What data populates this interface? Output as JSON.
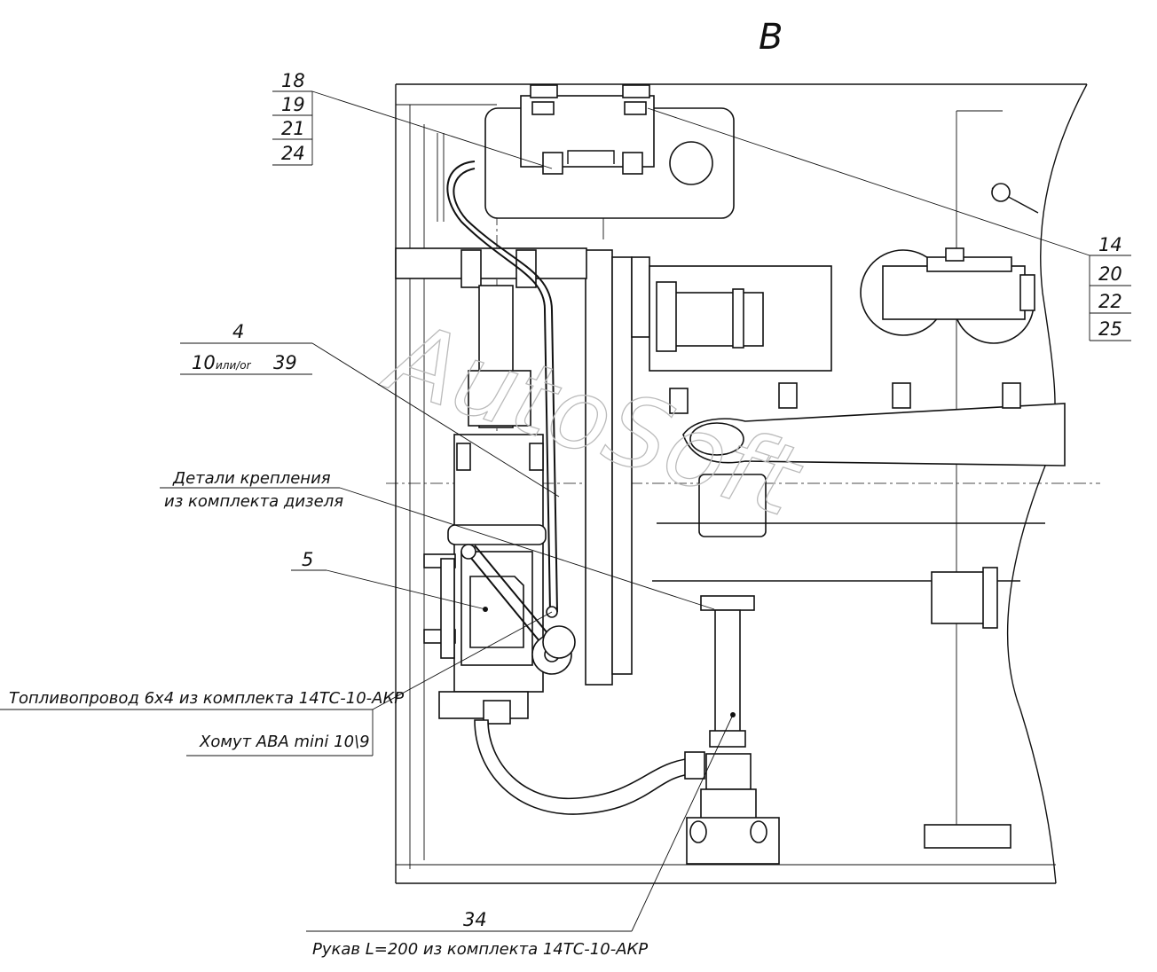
{
  "view_label": "В",
  "callouts": {
    "top_left": [
      "18",
      "19",
      "21",
      "24"
    ],
    "top_right": [
      "14",
      "20",
      "22",
      "25"
    ],
    "item4": {
      "top": "4",
      "bottom_a": "10",
      "bottom_sep": "или/or",
      "bottom_b": "39"
    },
    "mount_details": {
      "line1": "Детали крепления",
      "line2": "из комплекта дизеля"
    },
    "item5": "5",
    "fuel_line": "Топливопровод 6x4 из комплекта 14ТС-10-АКР",
    "clamp": "Хомут ABA mini 10\\9",
    "item34": {
      "top": "34",
      "bottom": "Рукав L=200 из комплекта 14ТС-10-АКР"
    }
  },
  "watermark": "AutoSoft"
}
